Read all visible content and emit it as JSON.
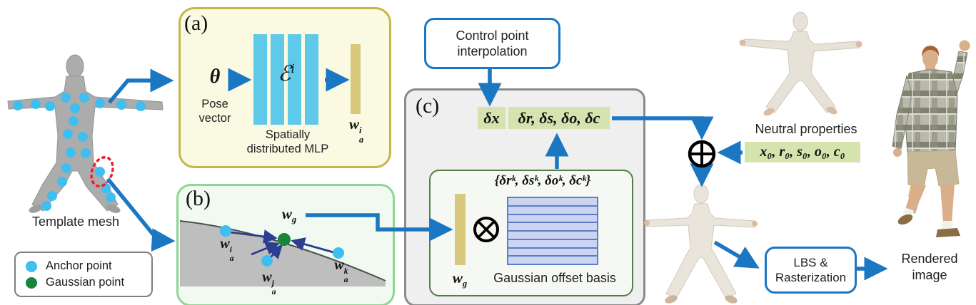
{
  "template_mesh": {
    "caption": "Template mesh"
  },
  "legend": {
    "anchor_label": "Anchor point",
    "gaussian_label": "Gaussian point"
  },
  "box_a": {
    "tag": "(a)",
    "theta": "θ",
    "pose_line1": "Pose",
    "pose_line2": "vector",
    "encoder_base": "ℰ",
    "encoder_sup": "i",
    "mlp_line1": "Spatially",
    "mlp_line2": "distributed MLP",
    "w_base": "w",
    "w_sup": "i",
    "w_sub": "a"
  },
  "box_b": {
    "tag": "(b)",
    "wg": {
      "base": "w",
      "sub": "g"
    },
    "wi": {
      "base": "w",
      "sup": "i",
      "sub": "a"
    },
    "wj": {
      "base": "w",
      "sup": "j",
      "sub": "a"
    },
    "wk": {
      "base": "w",
      "sup": "k",
      "sub": "a"
    }
  },
  "box_c": {
    "tag": "(c)",
    "delta_x": "δx",
    "delta_rsoc": "δr, δs, δo, δc",
    "basis_set": "{δrᵏ, δsᵏ, δoᵏ, δcᵏ}",
    "wg": {
      "base": "w",
      "sub": "g"
    },
    "basis_caption": "Gaussian offset basis"
  },
  "control_box": {
    "line1": "Control point",
    "line2": "interpolation"
  },
  "neutral": {
    "caption": "Neutral properties",
    "props": "x₀, r₀, s₀, o₀, c₀"
  },
  "lbs_box": {
    "line1": "LBS &",
    "line2": "Rasterization"
  },
  "rendered": {
    "line1": "Rendered",
    "line2": "image"
  },
  "ops": {
    "plus_circle": "⊕",
    "times_circle": "⊗"
  },
  "colors": {
    "arrow_blue": "#1B77C2",
    "box_a_fill": "#FAFAE2",
    "box_a_border": "#C3B74C",
    "box_b_fill": "#F0FAF1",
    "box_b_border": "#8FD692",
    "box_c_fill": "#EFEFEF",
    "box_c_border": "#8A8A8A",
    "inner_fill": "#F6F9F3",
    "inner_border": "#527E44",
    "chip_green": "#D5E3AE",
    "bar_cyan": "#5FC9EA",
    "bar_tan": "#D9C87C",
    "matrix_fill": "#CBD5F2",
    "matrix_border": "#5B7FC7",
    "anchor_blue": "#3FBEF0",
    "gaussian_green": "#17863B",
    "navy_arrow": "#2C3E90",
    "dashed_red": "#E8212E"
  }
}
